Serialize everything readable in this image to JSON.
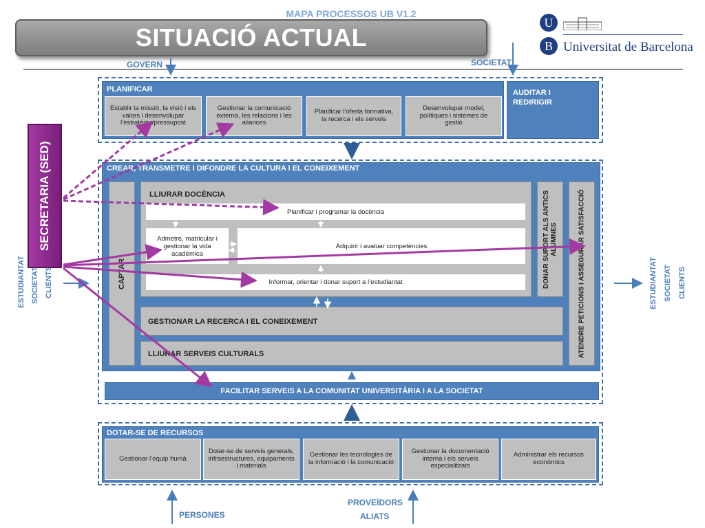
{
  "header": {
    "ghost_title": "MAPA PROCESSOS UB V1.2",
    "banner_title": "SITUACIÓ ACTUAL",
    "logo_letter": "U",
    "logo_letter2": "B",
    "university_name": "Universitat de Barcelona"
  },
  "inputs": {
    "govern": "GOVERN",
    "societat_top": "SOCIETAT",
    "left_stakeholders": [
      "ESTUDIANTAT",
      "SOCIETAT",
      "CLIENTS"
    ],
    "right_stakeholders": [
      "ESTUDIANTAT",
      "SOCIETAT",
      "CLIENTS"
    ],
    "persones": "PERSONES",
    "proveidors": "PROVEÏDORS",
    "aliats": "ALIATS"
  },
  "planificar": {
    "title": "PLANIFICAR",
    "items": [
      "Establir la missió, la visió i els valors i desenvolupar l’estratègia/pressupost",
      "Gestionar la comunicació externa, les relacions i les aliances",
      "Planificar l’oferta formativa, la recerca i els serveis",
      "Desenvolupar model, polítiques i sistemes de gestió"
    ],
    "auditar": "AUDITAR I REDIRIGIR"
  },
  "crear": {
    "title": "CREAR, TRANSMETRE I DIFONDRE LA CULTURA I EL CONEIXEMENT",
    "captar": "CAPTAR",
    "docencia_title": "LLIURAR DOCÈNCIA",
    "planificar_docencia": "Planificar i programar la docència",
    "admetre": "Admetre, matricular i gestionar la vida acadèmica",
    "adquirir": "Adquirir i avaluar competències",
    "informar": "Informar, orientar i donar suport a l’estudiantat",
    "recerca": "GESTIONAR LA RECERCA I EL CONEIXEMENT",
    "culturals": "LLIURAR SERVEIS CULTURALS",
    "antics": "DONAR SUPORT ALS ANTICS ALUMNES",
    "peticions": "ATENDRE PETICIONS I ASSEGURAR SATISFACCIÓ"
  },
  "facilitar": "FACILITAR SERVEIS A LA COMUNITAT UNIVERSITÀRIA I A LA SOCIETAT",
  "recursos": {
    "title": "DOTAR-SE DE RECURSOS",
    "items": [
      "Gestionar l’equip humà",
      "Dotar-se de serveis generals, infraestructures, equipaments i materials",
      "Gestionar les tecnologies de la informació i la comunicació",
      "Gestionar la documentació interna i els serveis especialitzats",
      "Administrar els recursos econòmics"
    ]
  },
  "sed_label": "SECRETARIA (SED)",
  "colors": {
    "process_blue": "#4f81bd",
    "process_grey": "#bfbfbf",
    "sed_purple": "#a23aa2",
    "arrow_blue": "#4a7ebb"
  }
}
